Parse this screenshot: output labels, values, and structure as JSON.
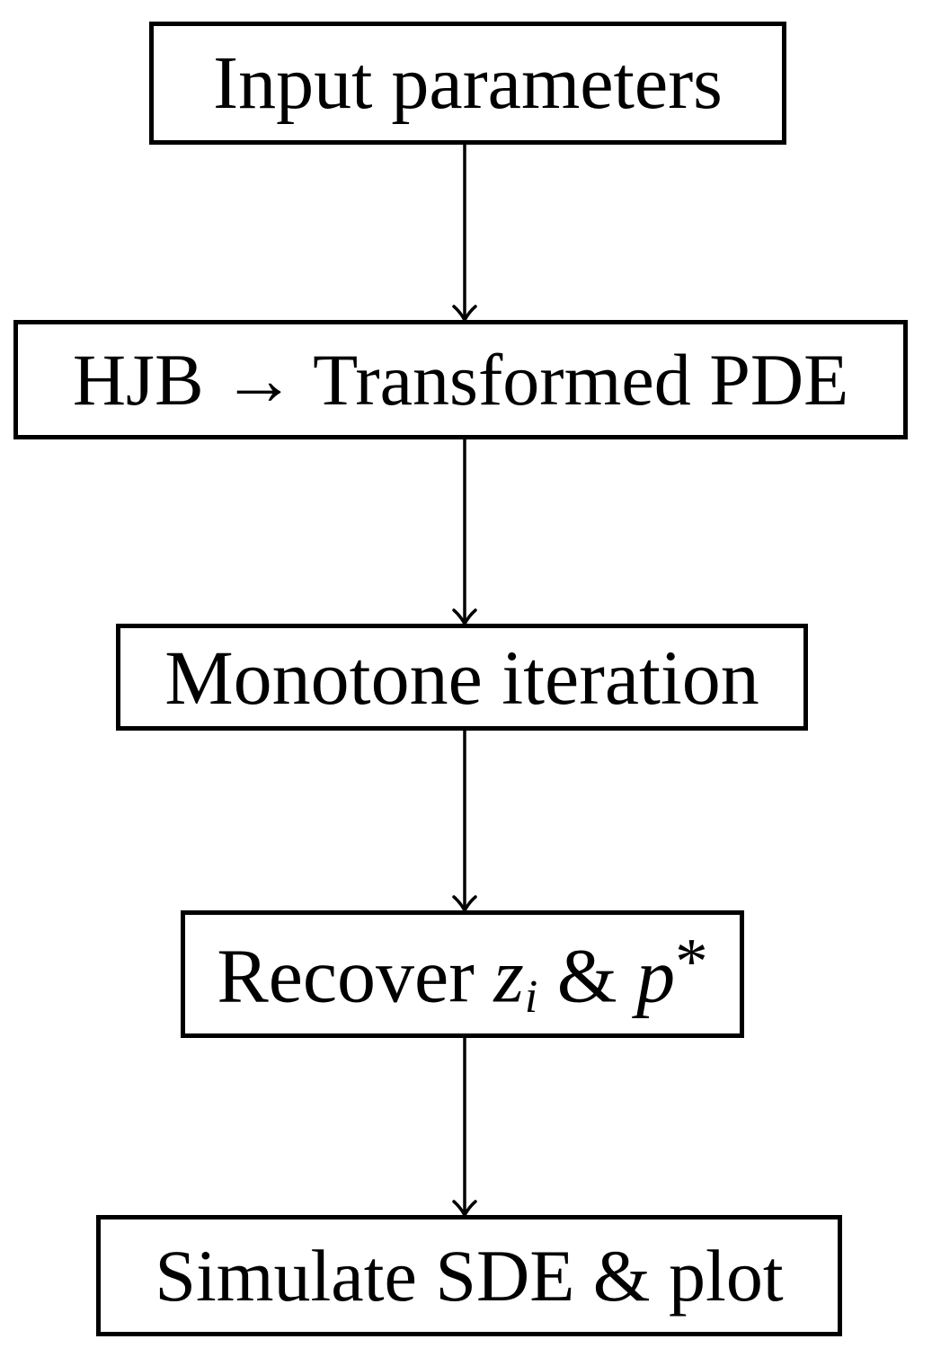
{
  "diagram": {
    "type": "flowchart",
    "orientation": "top-down",
    "colors": {
      "background": "#ffffff",
      "node_border": "#000000",
      "node_fill": "#ffffff",
      "text": "#000000",
      "arrow": "#000000"
    },
    "nodes": [
      {
        "id": "input-parameters",
        "label": "Input parameters"
      },
      {
        "id": "hjb-to-transformed-pde",
        "label": "HJB → Transformed PDE"
      },
      {
        "id": "monotone-iteration",
        "label": "Monotone iteration"
      },
      {
        "id": "recover-zi-and-pstar",
        "label_plain": "Recover zi & p*",
        "label_rich": [
          {
            "t": "Recover ",
            "s": "rm"
          },
          {
            "t": "z",
            "s": "it"
          },
          {
            "t": "i",
            "s": "sub-it"
          },
          {
            "t": " & ",
            "s": "rm"
          },
          {
            "t": "p",
            "s": "it"
          },
          {
            "t": "*",
            "s": "sup"
          }
        ]
      },
      {
        "id": "simulate-sde-and-plot",
        "label": "Simulate SDE & plot"
      }
    ],
    "edges": [
      {
        "from": "input-parameters",
        "to": "hjb-to-transformed-pde",
        "arrow": "down"
      },
      {
        "from": "hjb-to-transformed-pde",
        "to": "monotone-iteration",
        "arrow": "down"
      },
      {
        "from": "monotone-iteration",
        "to": "recover-zi-and-pstar",
        "arrow": "down"
      },
      {
        "from": "recover-zi-and-pstar",
        "to": "simulate-sde-and-plot",
        "arrow": "down"
      }
    ]
  }
}
